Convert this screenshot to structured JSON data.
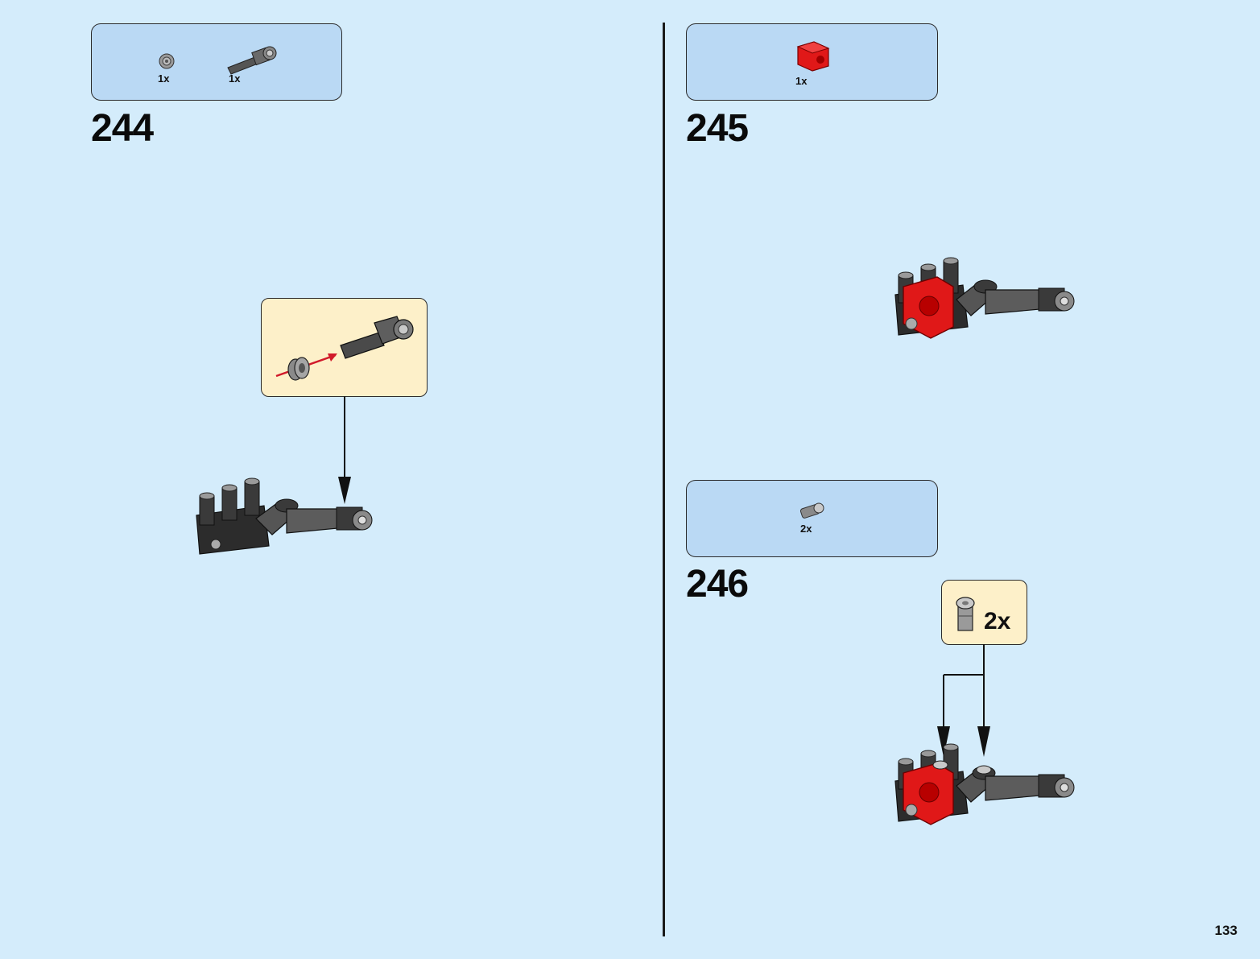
{
  "page": {
    "number": "133"
  },
  "steps": [
    {
      "number": "244",
      "parts": [
        {
          "qty": "1x",
          "icon": "bush-icon"
        },
        {
          "qty": "1x",
          "icon": "axle-connector-icon"
        }
      ]
    },
    {
      "number": "245",
      "parts": [
        {
          "qty": "1x",
          "icon": "red-angle-connector-icon"
        }
      ]
    },
    {
      "number": "246",
      "parts": [
        {
          "qty": "2x",
          "icon": "pin-icon"
        }
      ],
      "callout_qty": "2x"
    }
  ],
  "colors": {
    "background": "#d4ecfb",
    "parts_box": "#bad9f4",
    "callout": "#fdf0c9",
    "red_part": "#e01818",
    "dark_part": "#3a3a3a",
    "arrow_red": "#d11a2a"
  }
}
